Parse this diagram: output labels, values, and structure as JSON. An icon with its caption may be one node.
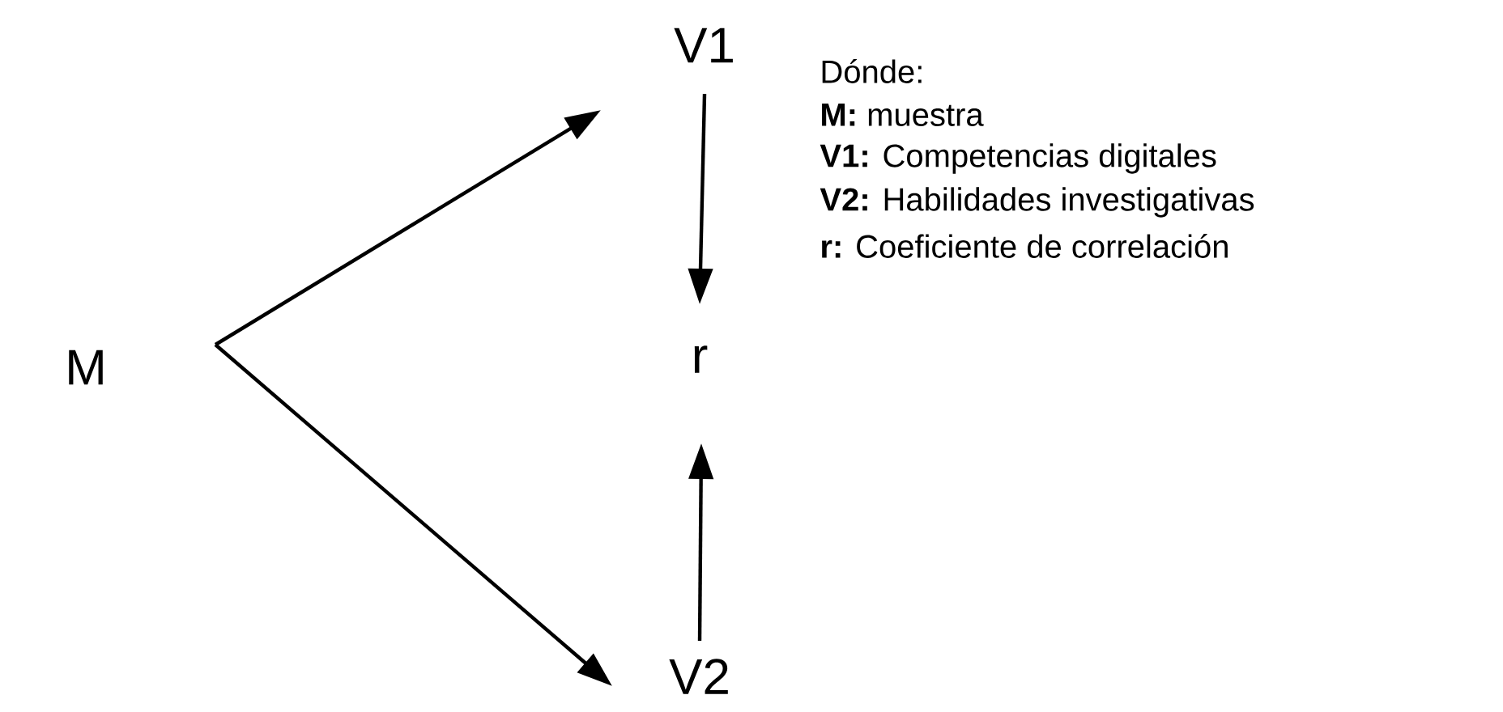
{
  "diagram": {
    "nodes": [
      {
        "text": [
          "M"
        ]
      },
      {
        "text": [
          "V1"
        ]
      },
      {
        "text": [
          "r"
        ]
      },
      {
        "text": [
          "V2"
        ]
      }
    ],
    "edges": [
      {
        "from": 0,
        "to": 1,
        "arrow": "to"
      },
      {
        "from": 0,
        "to": 3,
        "arrow": "to"
      },
      {
        "from": 1,
        "to": 2,
        "arrow": "to"
      },
      {
        "from": 3,
        "to": 2,
        "arrow": "to"
      }
    ],
    "labels": [
      "Dónde:",
      "**M:** muestra",
      "**V1:** Competencias digitales",
      "**V2:** Habilidades investigativas",
      "**r:** Coeficiente de correlación"
    ]
  }
}
